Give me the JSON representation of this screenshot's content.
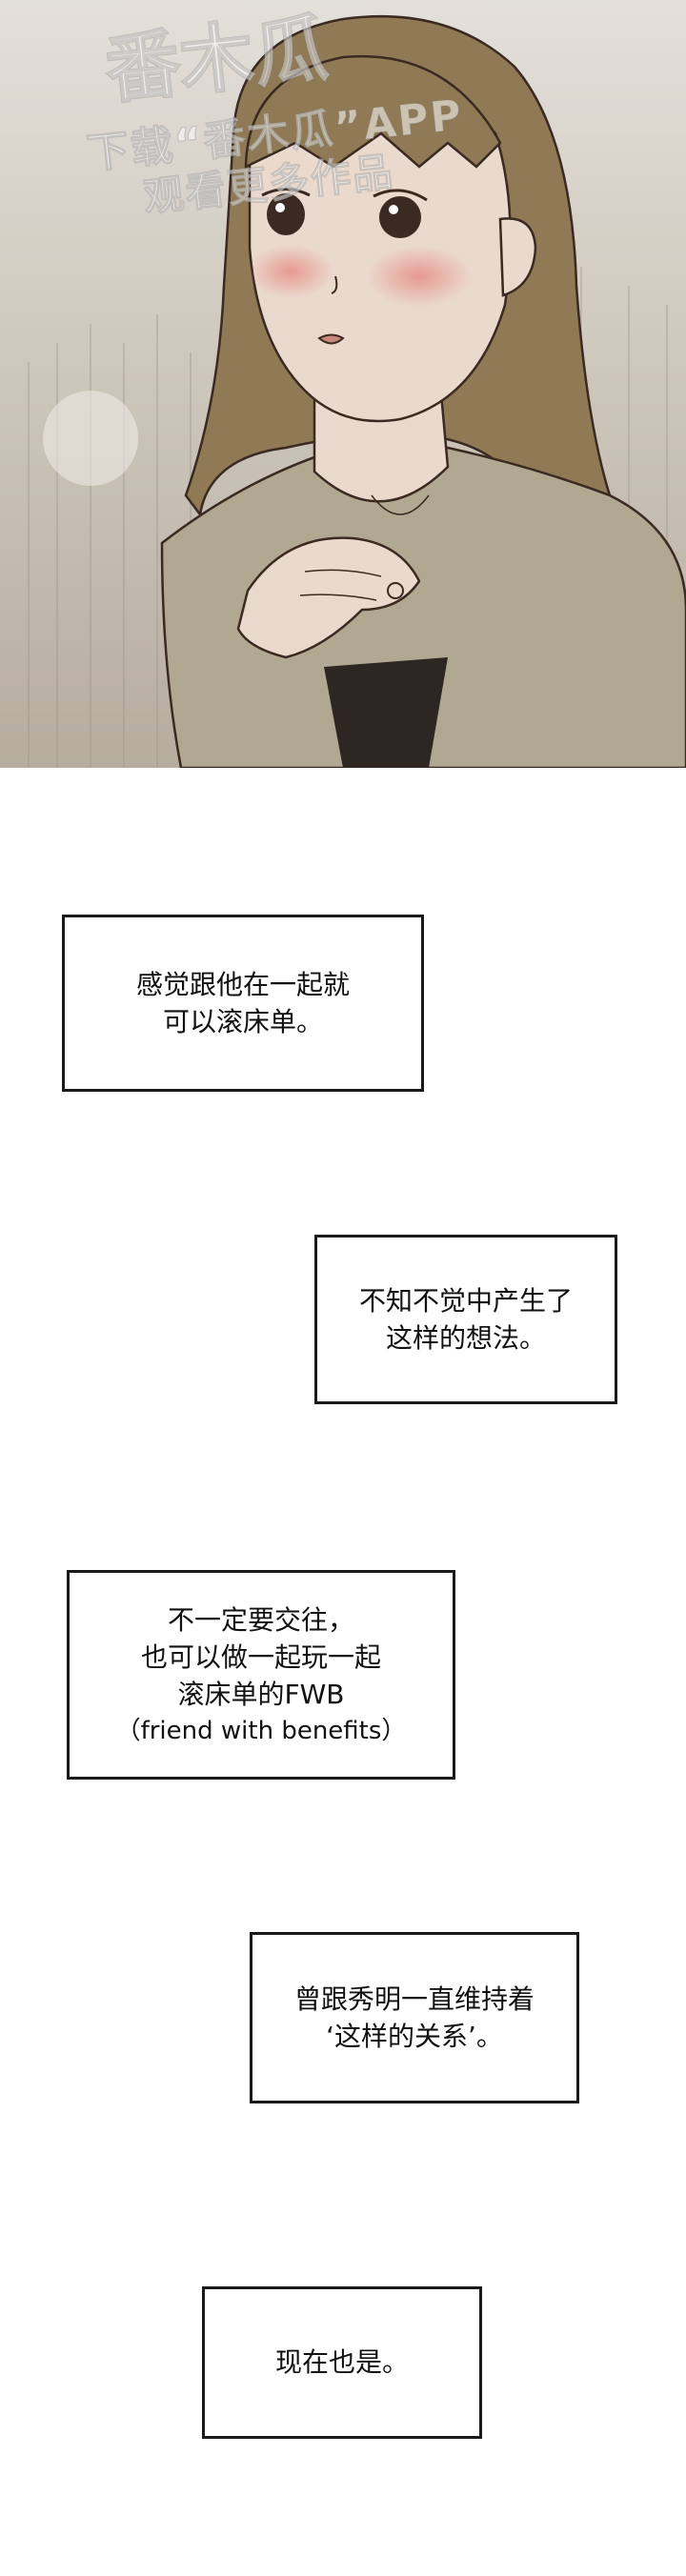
{
  "watermark": {
    "logo": "番木瓜",
    "line1": "下载“番木瓜”APP",
    "line2": "观看更多作品"
  },
  "captions": [
    {
      "lines": [
        "感觉跟他在一起就",
        "可以滚床单。"
      ]
    },
    {
      "lines": [
        "不知不觉中产生了",
        "这样的想法。"
      ]
    },
    {
      "lines": [
        "不一定要交往，",
        "也可以做一起玩一起",
        "滚床单的FWB",
        "（friend with benefits）"
      ]
    },
    {
      "lines": [
        "曾跟秀明一直维持着",
        "‘这样的关系’。"
      ]
    },
    {
      "lines": [
        "现在也是。"
      ]
    }
  ],
  "colors": {
    "hair": "#8f7a55",
    "skin": "#ead9cd",
    "blush": "#e58f8a",
    "cardigan": "#b1a891",
    "line_art": "#3a2a22"
  }
}
